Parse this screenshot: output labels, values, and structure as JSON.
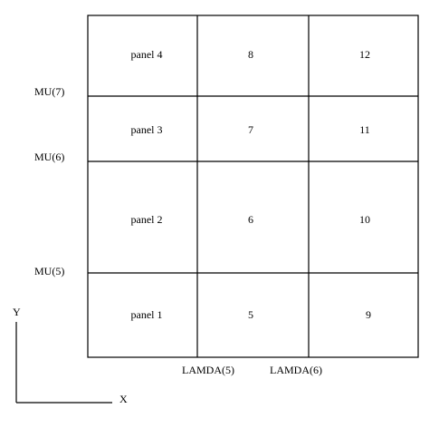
{
  "grid": {
    "cells": [
      [
        "panel 4",
        "8",
        "12"
      ],
      [
        "panel 3",
        "7",
        "11"
      ],
      [
        "panel 2",
        "6",
        "10"
      ],
      [
        "panel 1",
        "5",
        "9"
      ]
    ]
  },
  "row_boundary_labels": [
    "MU(7)",
    "MU(6)",
    "MU(5)"
  ],
  "column_boundary_labels": [
    "LAMDA(5)",
    "LAMDA(6)"
  ],
  "axes": {
    "y_label": "Y",
    "x_label": "X"
  },
  "colors": {
    "line": "#000000",
    "background": "#ffffff"
  }
}
